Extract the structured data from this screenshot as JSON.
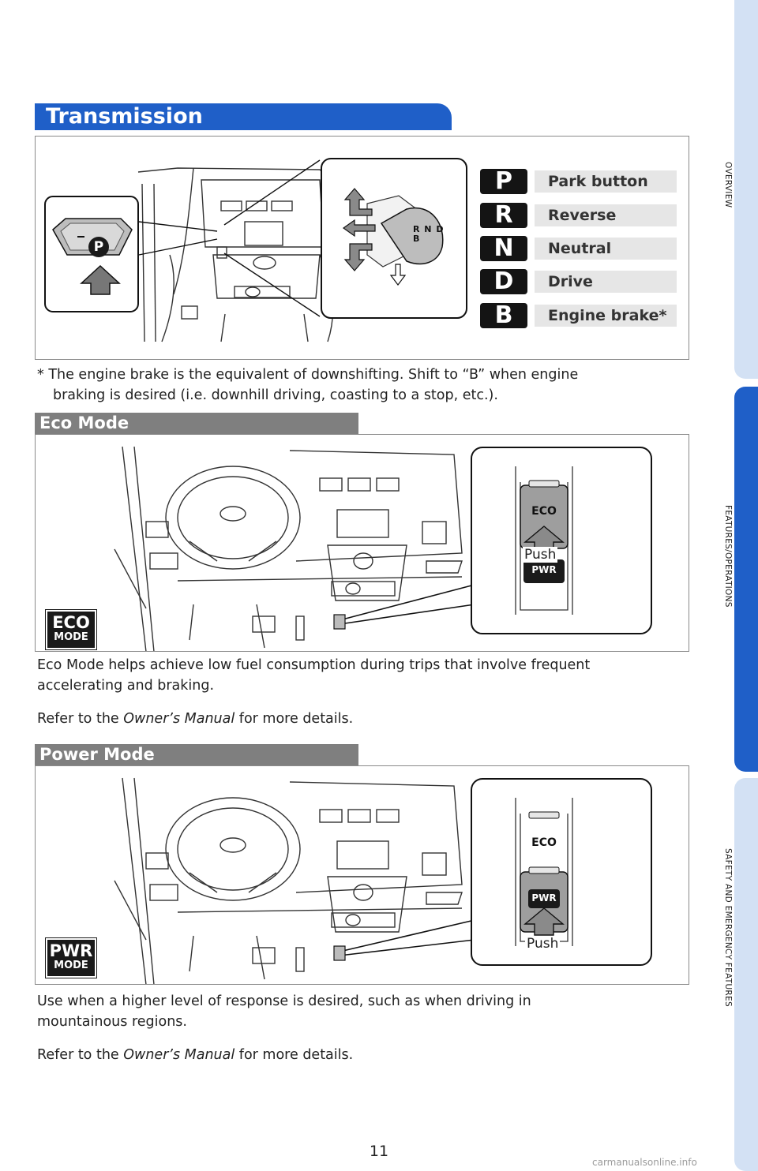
{
  "side_tabs": {
    "overview": "OVERVIEW",
    "features": "FEATURES/OPERATIONS",
    "safety": "SAFETY AND EMERGENCY FEATURES"
  },
  "transmission": {
    "title": "Transmission",
    "gears": [
      {
        "glyph": "P",
        "label": "Park button"
      },
      {
        "glyph": "R",
        "label": "Reverse"
      },
      {
        "glyph": "N",
        "label": "Neutral"
      },
      {
        "glyph": "D",
        "label": "Drive"
      },
      {
        "glyph": "B",
        "label": "Engine brake*"
      }
    ],
    "park_key": "P",
    "shifter_letters": "R N D B",
    "footnote_line1": "* The engine brake is the equivalent of downshifting. Shift to “B” when engine",
    "footnote_line2": "braking is desired (i.e. downhill driving, coasting to a stop, etc.)."
  },
  "eco_mode": {
    "title": "Eco Mode",
    "badge_big": "ECO",
    "badge_small": "MODE",
    "button_top": "ECO",
    "button_bottom": "PWR",
    "push": "Push",
    "body1": "Eco Mode helps achieve low fuel consumption during trips that involve frequent accelerating and braking.",
    "refer_prefix": "Refer to the ",
    "refer_manual": "Owner’s Manual",
    "refer_suffix": " for more details."
  },
  "power_mode": {
    "title": "Power Mode",
    "badge_big": "PWR",
    "badge_small": "MODE",
    "button_top": "ECO",
    "button_bottom": "PWR",
    "push": "Push",
    "body1": "Use when a higher level of response is desired, such as when driving in mountainous regions.",
    "refer_prefix": "Refer to the ",
    "refer_manual": "Owner’s Manual",
    "refer_suffix": " for more details."
  },
  "page_number": "11",
  "watermark": "carmanualsonline.info",
  "colors": {
    "accent_blue": "#1f5fc8",
    "light_tab": "#d3e1f4",
    "sub_header_gray": "#7f7f7f"
  }
}
